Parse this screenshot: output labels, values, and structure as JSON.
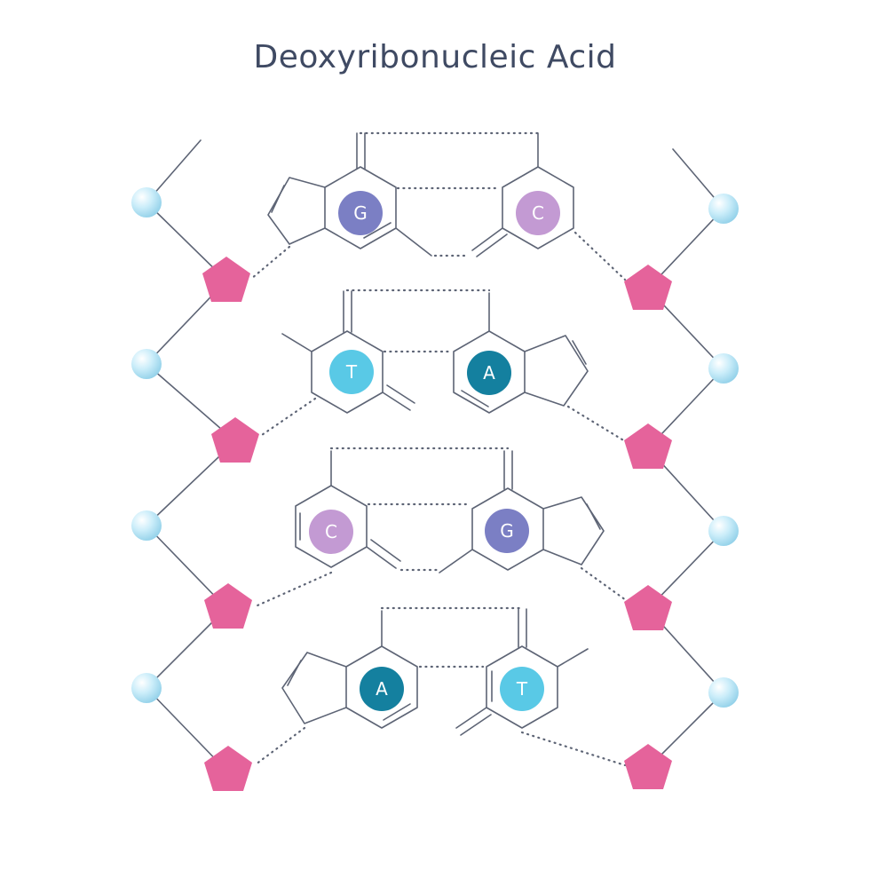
{
  "title": "Deoxyribonucleic Acid",
  "colors": {
    "G": "#7b7fc4",
    "C": "#c39ad3",
    "T": "#59c9e6",
    "A": "#14809f",
    "phosphate": "#bfe7f6",
    "sugar": "#e5639b",
    "bond": "#5d6475",
    "title": "#3f4a63"
  },
  "base_pairs": [
    {
      "left": "G",
      "right": "C"
    },
    {
      "left": "T",
      "right": "A"
    },
    {
      "left": "C",
      "right": "G"
    },
    {
      "left": "A",
      "right": "T"
    }
  ]
}
